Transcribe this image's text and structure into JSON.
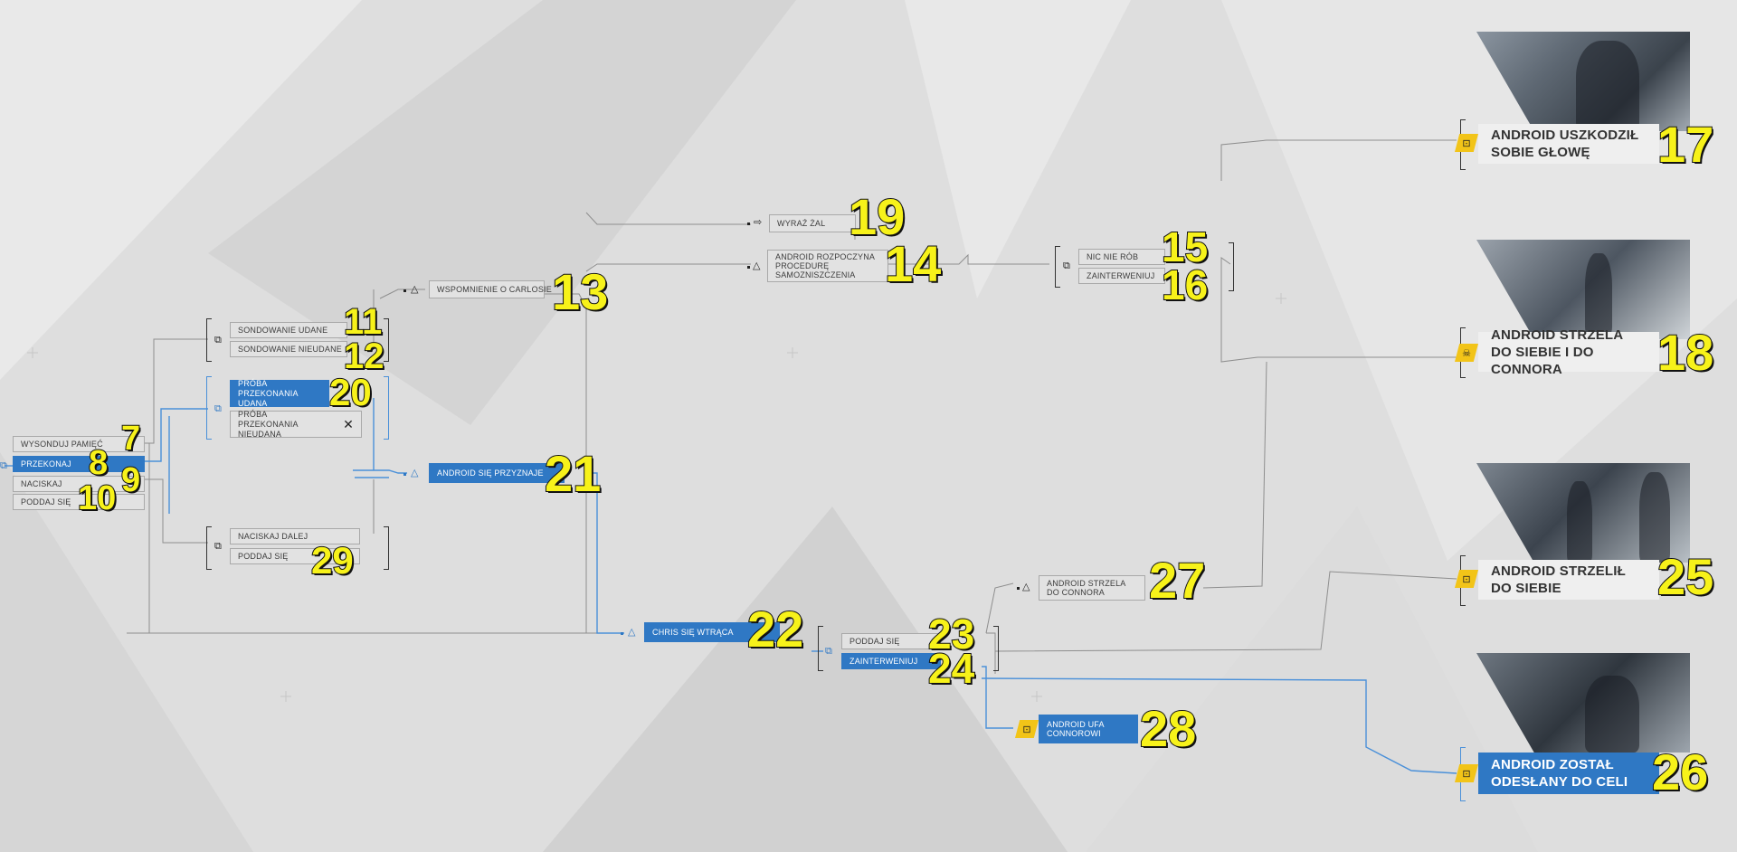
{
  "colors": {
    "selected": "#2f78c4",
    "badge": "#f2c418",
    "number": "#f7f21a",
    "background": "#dedede"
  },
  "nodes": {
    "n7": {
      "label": "WYSONDUJ PAMIĘĆ",
      "num": "7"
    },
    "n8": {
      "label": "PRZEKONAJ",
      "num": "8"
    },
    "n9": {
      "label": "NACISKAJ",
      "num": "9"
    },
    "n10": {
      "label": "PODDAJ SIĘ",
      "num": "10"
    },
    "n11": {
      "label": "SONDOWANIE UDANE",
      "num": "11"
    },
    "n12": {
      "label": "SONDOWANIE NIEUDANE",
      "num": "12"
    },
    "n20": {
      "label": "PRÓBA PRZEKONANIA UDANA",
      "num": "20"
    },
    "n20b": {
      "label": "PRÓBA PRZEKONANIA NIEUDANA",
      "mark": "✕"
    },
    "n29a": {
      "label": "NACISKAJ DALEJ"
    },
    "n29": {
      "label": "PODDAJ SIĘ",
      "num": "29"
    },
    "n13": {
      "label": "WSPOMNIENIE O CARLOSIE",
      "num": "13"
    },
    "n21": {
      "label": "ANDROID SIĘ PRZYZNAJE",
      "num": "21"
    },
    "n19": {
      "label": "WYRAŹ ŻAL",
      "num": "19"
    },
    "n14": {
      "label": "ANDROID ROZPOCZYNA PROCEDURĘ SAMOZNISZCZENIA",
      "num": "14"
    },
    "n15": {
      "label": "NIC NIE RÓB",
      "num": "15"
    },
    "n16": {
      "label": "ZAINTERWENIUJ",
      "num": "16"
    },
    "n22": {
      "label": "CHRIS SIĘ WTRĄCA",
      "num": "22"
    },
    "n23": {
      "label": "PODDAJ SIĘ",
      "num": "23"
    },
    "n24": {
      "label": "ZAINTERWENIUJ",
      "num": "24"
    },
    "n27": {
      "label": "ANDROID STRZELA DO CONNORA",
      "num": "27"
    },
    "n28": {
      "label": "ANDROID UFA CONNOROWI",
      "num": "28"
    }
  },
  "endings": [
    {
      "label": "ANDROID USZKODZIŁ SOBIE GŁOWĘ",
      "num": "17"
    },
    {
      "label": "ANDROID STRZELA DO SIEBIE I DO CONNORA",
      "num": "18"
    },
    {
      "label": "ANDROID STRZELIŁ DO SIEBIE",
      "num": "25"
    },
    {
      "label": "ANDROID ZOSTAŁ ODESŁANY DO CELI",
      "num": "26"
    }
  ],
  "icons": {
    "objective": "triangle-icon",
    "choice": "choice-squares-icon",
    "action": "arrow-icon",
    "skull": "skull-icon",
    "lock": "lock-icon"
  }
}
